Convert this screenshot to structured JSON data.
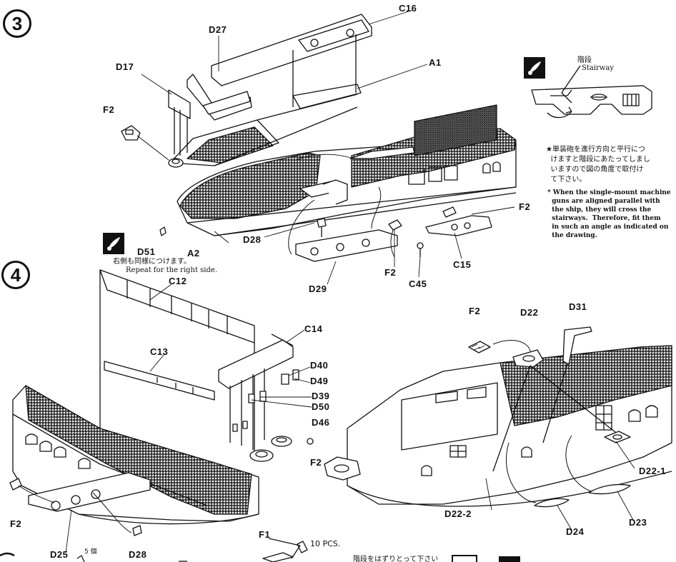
{
  "steps": {
    "step3": "3",
    "step4": "4"
  },
  "labels": {
    "C16": "C16",
    "D27": "D27",
    "A1": "A1",
    "D17": "D17",
    "F2_a": "F2",
    "F2_b": "F2",
    "F2_c": "F2",
    "F2_d": "F2",
    "F2_e": "F2",
    "F2_f": "F2",
    "D51": "D51",
    "A2": "A2",
    "D28_a": "D28",
    "D29": "D29",
    "C45": "C45",
    "C15": "C15",
    "C12": "C12",
    "C14": "C14",
    "C13": "C13",
    "D40": "D40",
    "D49": "D49",
    "D39": "D39",
    "D50": "D50",
    "D46": "D46",
    "D22": "D22",
    "D31": "D31",
    "D22_1": "D22-1",
    "D22_2": "D22-2",
    "D23": "D23",
    "D24": "D24",
    "D25": "D25",
    "D28_b": "D28",
    "F1": "F1"
  },
  "notes": {
    "stairway_jp": "階段",
    "stairway_en": "Stairway",
    "instruction_jp": "★単装砲を進行方向と平行につ\n  けますと階段にあたってしまし\n  いますので図の角度で取付け\n  て下さい。",
    "instruction_en": "* When the single-mount machine\n  guns are aligned parallel with\n  the ship, they will cross the\n  stairways.  Therefore, fit them\n  in such an angle as indicated on\n  the drawing.",
    "repeat_jp": "右側も同様につけます。",
    "repeat_en": "Repeat for the right side.",
    "count_5": "5 個",
    "count_10": "10  PCS.",
    "remove_stair_jp": "階段をはずりとって下さい"
  },
  "icons": [
    "paint-brush-icon",
    "paint-brush-icon"
  ]
}
